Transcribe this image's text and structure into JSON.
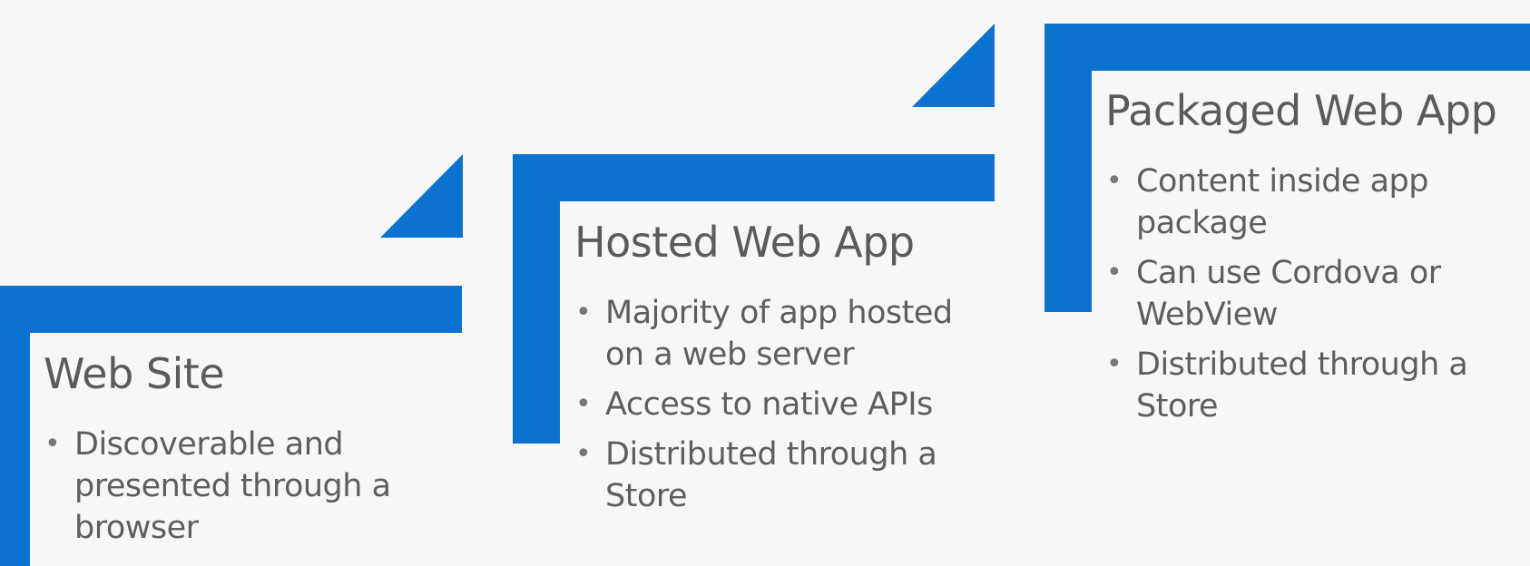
{
  "colors": {
    "accent": "#0b72d0",
    "background": "#f7f7f7",
    "text": "#5a5a5a"
  },
  "stages": [
    {
      "title": "Web Site",
      "bullets": [
        "Discoverable and presented through a browser"
      ]
    },
    {
      "title": "Hosted Web App",
      "bullets": [
        "Majority of app hosted on a web server",
        "Access to native APIs",
        "Distributed through a Store"
      ]
    },
    {
      "title": "Packaged Web App",
      "bullets": [
        "Content inside app package",
        "Can use Cordova or WebView",
        "Distributed through a Store"
      ]
    }
  ]
}
